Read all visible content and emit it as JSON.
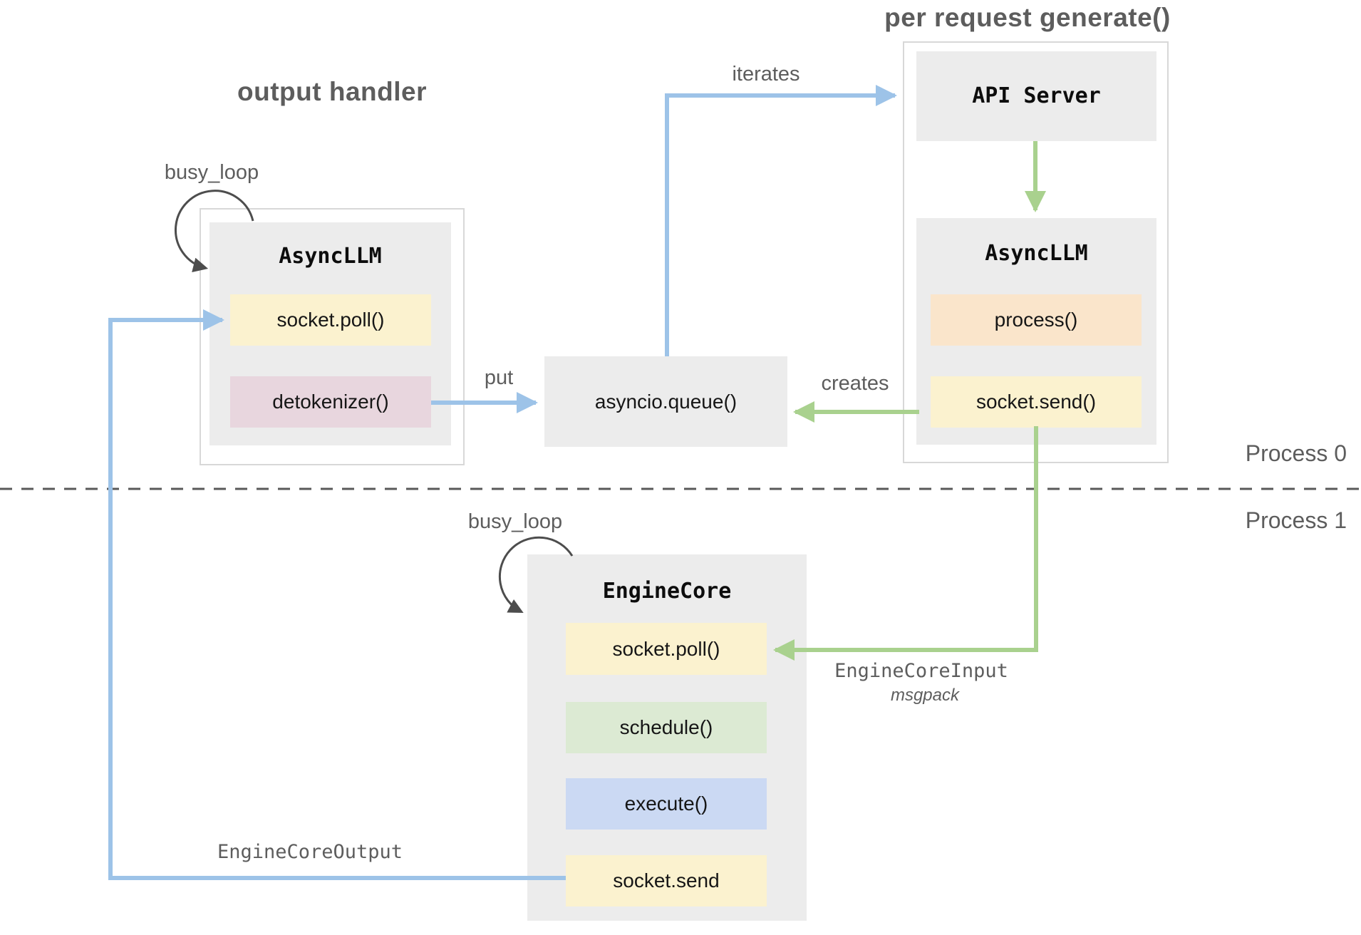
{
  "titles": {
    "output_handler": "output handler",
    "per_request_generate": "per request generate()"
  },
  "process_labels": {
    "process0": "Process 0",
    "process1": "Process 1"
  },
  "left_asyncllm": {
    "busy_loop": "busy_loop",
    "title": "AsyncLLM",
    "methods": {
      "socket_poll": "socket.poll()",
      "detokenizer": "detokenizer()"
    }
  },
  "queue": {
    "label": "asyncio.queue()"
  },
  "right_asyncllm": {
    "api_server": "API Server",
    "title": "AsyncLLM",
    "methods": {
      "process": "process()",
      "socket_send": "socket.send()"
    }
  },
  "engine_core": {
    "busy_loop": "busy_loop",
    "title": "EngineCore",
    "methods": {
      "socket_poll": "socket.poll()",
      "schedule": "schedule()",
      "execute": "execute()",
      "socket_send": "socket.send"
    }
  },
  "edge_labels": {
    "iterates": "iterates",
    "put": "put",
    "creates": "creates",
    "engine_core_input": "EngineCoreInput",
    "msgpack": "msgpack",
    "engine_core_output": "EngineCoreOutput"
  },
  "colors": {
    "arrow_blue": "#9dc3e8",
    "arrow_green": "#a9d18e",
    "loop_arc": "#4d4d4d",
    "divider": "#595959",
    "box_gray": "#ececec",
    "box_border": "#d8d8d8",
    "chip_yellow": "#fbf2cf",
    "chip_pink": "#e8d6de",
    "chip_orange": "#fae5cb",
    "chip_green": "#dcead3",
    "chip_blue": "#cbd9f3",
    "label_gray": "#5d5d5d"
  }
}
